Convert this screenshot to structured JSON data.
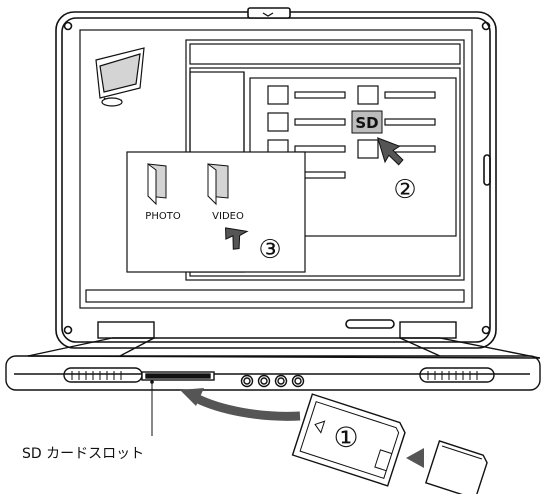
{
  "labels": {
    "slot": "SD カードスロット",
    "photo": "PHOTO",
    "video": "VIDEO",
    "sd_badge": "SD",
    "step1": "①",
    "step2": "②",
    "step3": "③"
  },
  "colors": {
    "line": "#111111",
    "badge_bg": "#bdbdbd",
    "arrow_fill": "#555555",
    "gray_fill": "#d4d4d4"
  },
  "icons": [
    "monitor-icon",
    "folder-icon",
    "cursor-arrow-icon",
    "sd-card-icon",
    "microsd-card-icon",
    "curved-arrow-icon"
  ]
}
